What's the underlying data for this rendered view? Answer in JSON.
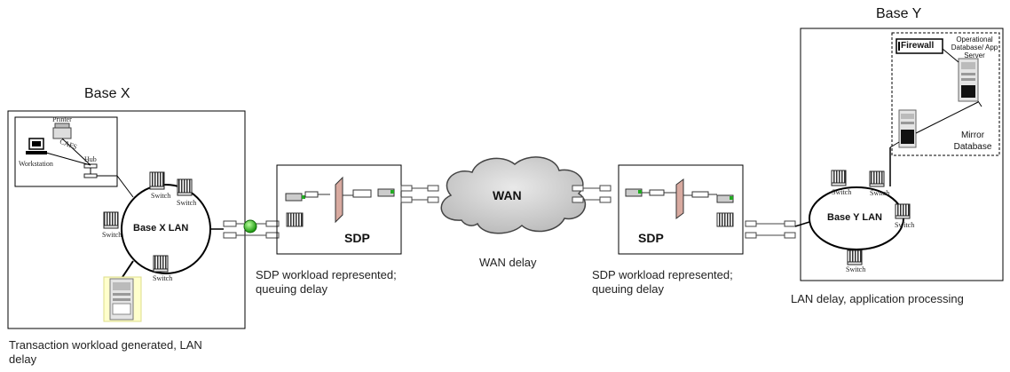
{
  "base_x": {
    "title": "Base X",
    "lan_label": "Base X LAN",
    "printer_label": "Printer",
    "workstation_label": "Workstation",
    "hub_label": "Hub",
    "cable_label": "CAFS",
    "switch_labels": [
      "Switch",
      "Switch",
      "Switch",
      "Switch"
    ],
    "caption_lines": [
      "Transaction workload generated, LAN",
      "delay"
    ]
  },
  "sdp_left": {
    "label": "SDP",
    "caption_lines": [
      "SDP workload represented;",
      "queuing delay"
    ]
  },
  "wan": {
    "label": "WAN",
    "caption": "WAN delay"
  },
  "sdp_right": {
    "label": "SDP",
    "caption_lines": [
      "SDP workload represented;",
      "queuing delay"
    ]
  },
  "base_y": {
    "title": "Base Y",
    "lan_label": "Base Y LAN",
    "firewall_label": "Firewall",
    "server_label_lines": [
      "Operational",
      "Database/ App",
      "Server"
    ],
    "mirror_label_lines": [
      "Mirror",
      "Database"
    ],
    "switch_labels": [
      "Switch",
      "Switch",
      "Switch",
      "Switch"
    ],
    "caption": "LAN delay, application processing"
  }
}
